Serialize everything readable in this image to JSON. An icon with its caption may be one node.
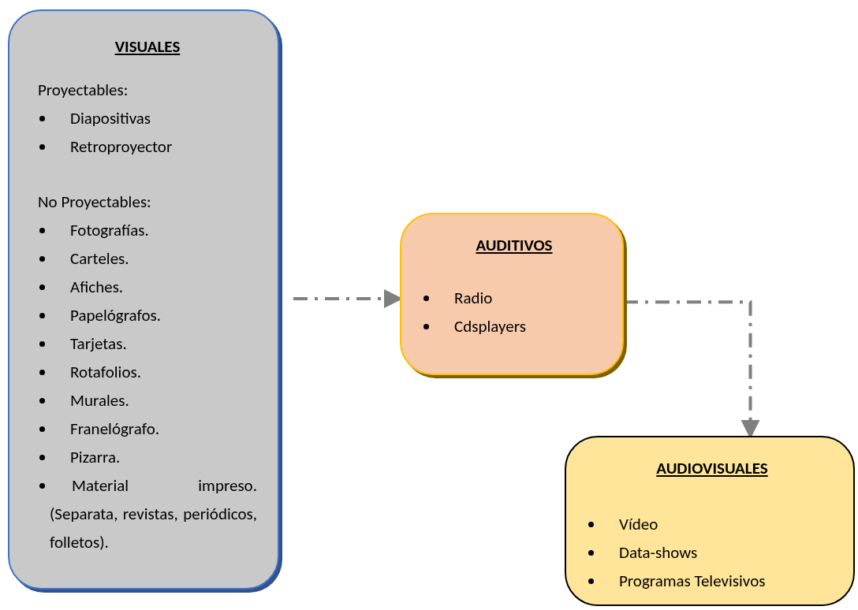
{
  "diagram": {
    "nodes": [
      {
        "text": [
          "VISUALES",
          "Proyectables:",
          "Diapositivas",
          "Retroproyector",
          "No Proyectables:",
          "Fotografías.",
          "Carteles.",
          "Afiches.",
          "Papelógrafos.",
          "Tarjetas.",
          "Rotafolios.",
          "Murales.",
          "Franelógrafo.",
          "Pizarra.",
          "Material impreso. (Separata, revistas, periódicos, folletos)."
        ]
      },
      {
        "text": [
          "AUDITIVOS",
          "Radio",
          "Cdsplayers"
        ]
      },
      {
        "text": [
          "AUDIOVISUALES",
          "Vídeo",
          "Data-shows",
          "Programas Televisivos"
        ]
      }
    ],
    "edges": [
      {
        "from": 0,
        "to": 1,
        "arrow": "to",
        "style": "dashed"
      },
      {
        "from": 1,
        "to": 2,
        "arrow": "to",
        "style": "dashed"
      }
    ]
  }
}
